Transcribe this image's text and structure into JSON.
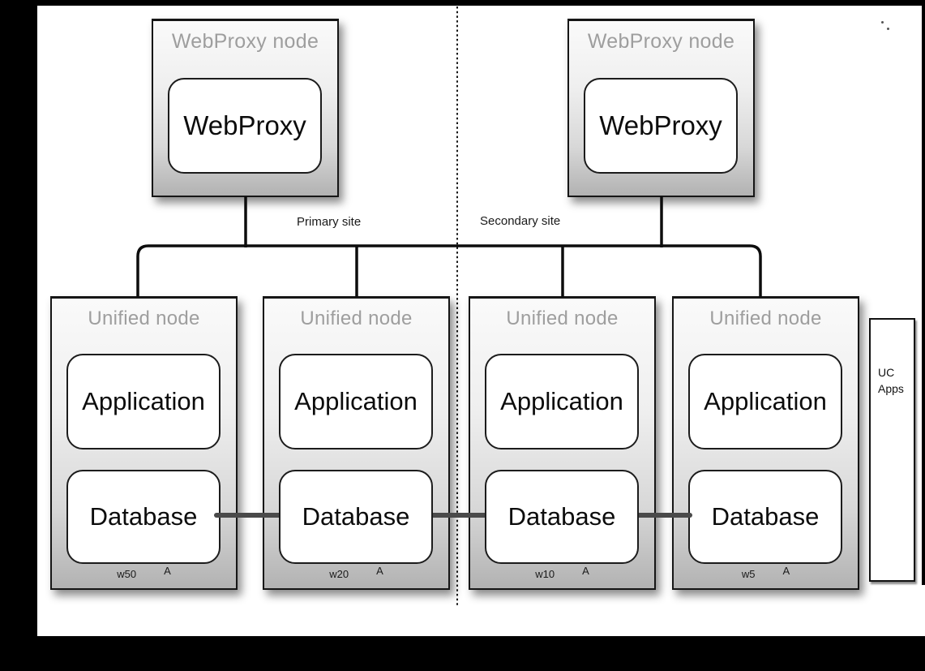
{
  "diagram": {
    "primary_site_label": "Primary site",
    "secondary_site_label": "Secondary site",
    "webproxy_nodes": [
      {
        "title": "WebProxy node",
        "component": "WebProxy"
      },
      {
        "title": "WebProxy node",
        "component": "WebProxy"
      }
    ],
    "unified_nodes": [
      {
        "title": "Unified node",
        "application": "Application",
        "database": "Database",
        "weight": "w50",
        "marker": "A"
      },
      {
        "title": "Unified node",
        "application": "Application",
        "database": "Database",
        "weight": "w20",
        "marker": "A"
      },
      {
        "title": "Unified node",
        "application": "Application",
        "database": "Database",
        "weight": "w10",
        "marker": "A"
      },
      {
        "title": "Unified node",
        "application": "Application",
        "database": "Database",
        "weight": "w5",
        "marker": "A"
      }
    ],
    "uc_apps_box": {
      "line1": "UC",
      "line2": "Apps"
    },
    "colors": {
      "node_title_gray": "#9e9e9e",
      "database_link_gray": "#4a4a4a",
      "connector_black": "#0d0d0d",
      "node_gradient_bottom": "#b2b2b2"
    }
  }
}
